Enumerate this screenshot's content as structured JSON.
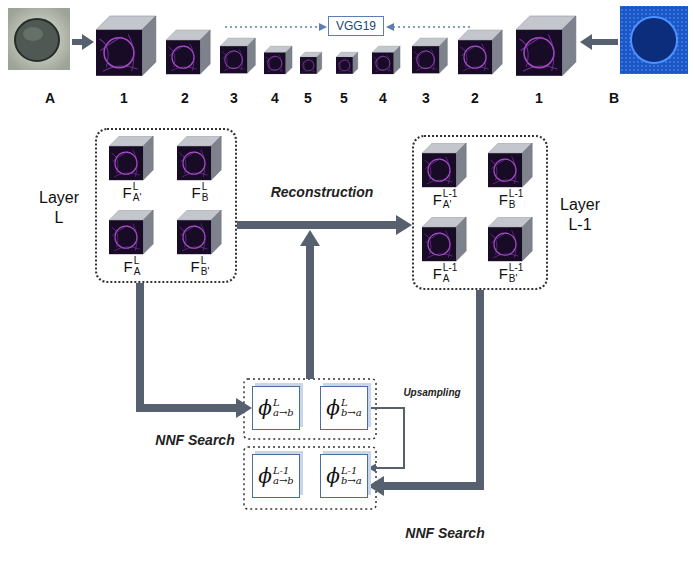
{
  "diagram": {
    "nodes": [
      {
        "text": [
          "VGG19"
        ]
      },
      {
        "text": [
          "Layer L"
        ]
      },
      {
        "text": [
          "F",
          "L",
          "A'"
        ],
        "in": 1
      },
      {
        "text": [
          "F",
          "L",
          "B"
        ],
        "in": 1
      },
      {
        "text": [
          "F",
          "L",
          "A"
        ],
        "in": 1
      },
      {
        "text": [
          "F",
          "L",
          "B'"
        ],
        "in": 1
      },
      {
        "text": [
          "Layer L-1"
        ]
      },
      {
        "text": [
          "F",
          "L-1",
          "A'"
        ],
        "in": 6
      },
      {
        "text": [
          "F",
          "L-1",
          "B"
        ],
        "in": 6
      },
      {
        "text": [
          "F",
          "L-1",
          "A"
        ],
        "in": 6
      },
      {
        "text": [
          "F",
          "L-1",
          "B'"
        ],
        "in": 6
      },
      {
        "text": [
          "ϕ",
          "L",
          "a→b"
        ]
      },
      {
        "text": [
          "ϕ",
          "L",
          "b→a"
        ]
      },
      {
        "text": [
          "ϕ",
          "L-1",
          "a→b"
        ]
      },
      {
        "text": [
          "ϕ",
          "L-1",
          "b→a"
        ]
      }
    ],
    "edges": [
      {
        "from": 1,
        "to": 6,
        "arrow": "to",
        "label": "Reconstruction"
      },
      {
        "from": 1,
        "to": 11,
        "arrow": "to",
        "label": "NNF Search"
      },
      {
        "from": 12,
        "to": 14,
        "arrow": "to",
        "label": "Upsampling"
      },
      {
        "from": 6,
        "to": 14,
        "arrow": "to",
        "label": "NNF Search"
      }
    ],
    "labels": [
      "A",
      "1",
      "2",
      "3",
      "4",
      "5",
      "5",
      "4",
      "3",
      "2",
      "1",
      "B"
    ]
  }
}
